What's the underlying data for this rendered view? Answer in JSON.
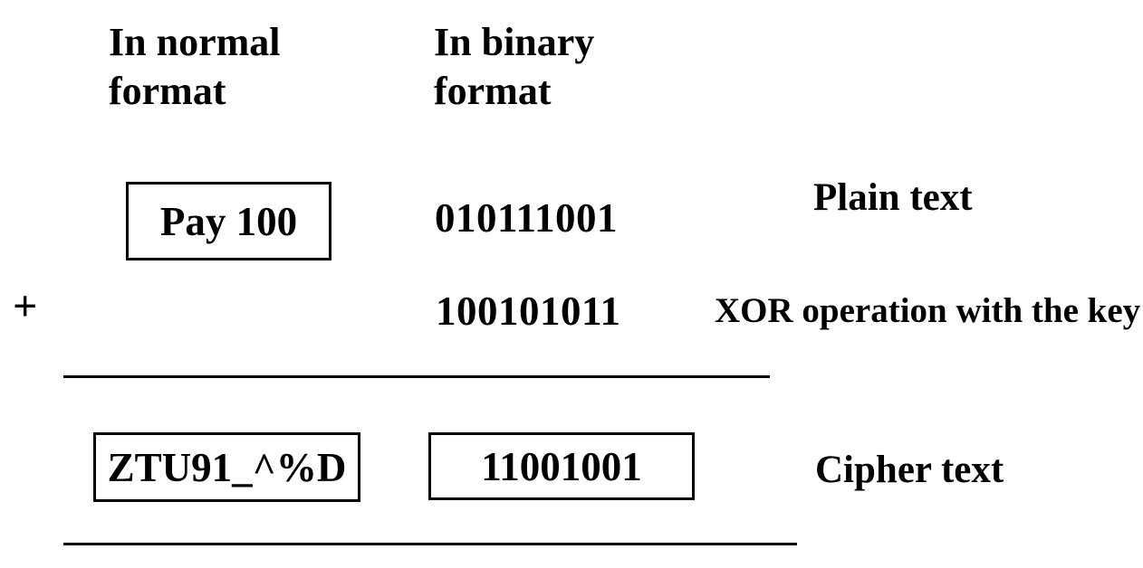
{
  "diagram": {
    "headers": {
      "normal_format": "In normal\nformat",
      "binary_format": "In binary\nformat"
    },
    "plain_row": {
      "normal_value": "Pay 100",
      "binary_value": "010111001",
      "label": "Plain text"
    },
    "key_row": {
      "operator": "+",
      "binary_value": "100101011",
      "label": "XOR operation with the key"
    },
    "cipher_row": {
      "normal_value": "ZTU91_^%D",
      "binary_value": "11001001",
      "label": "Cipher text"
    },
    "colors": {
      "text": "#000000",
      "border": "#000000",
      "background": "#ffffff"
    }
  }
}
